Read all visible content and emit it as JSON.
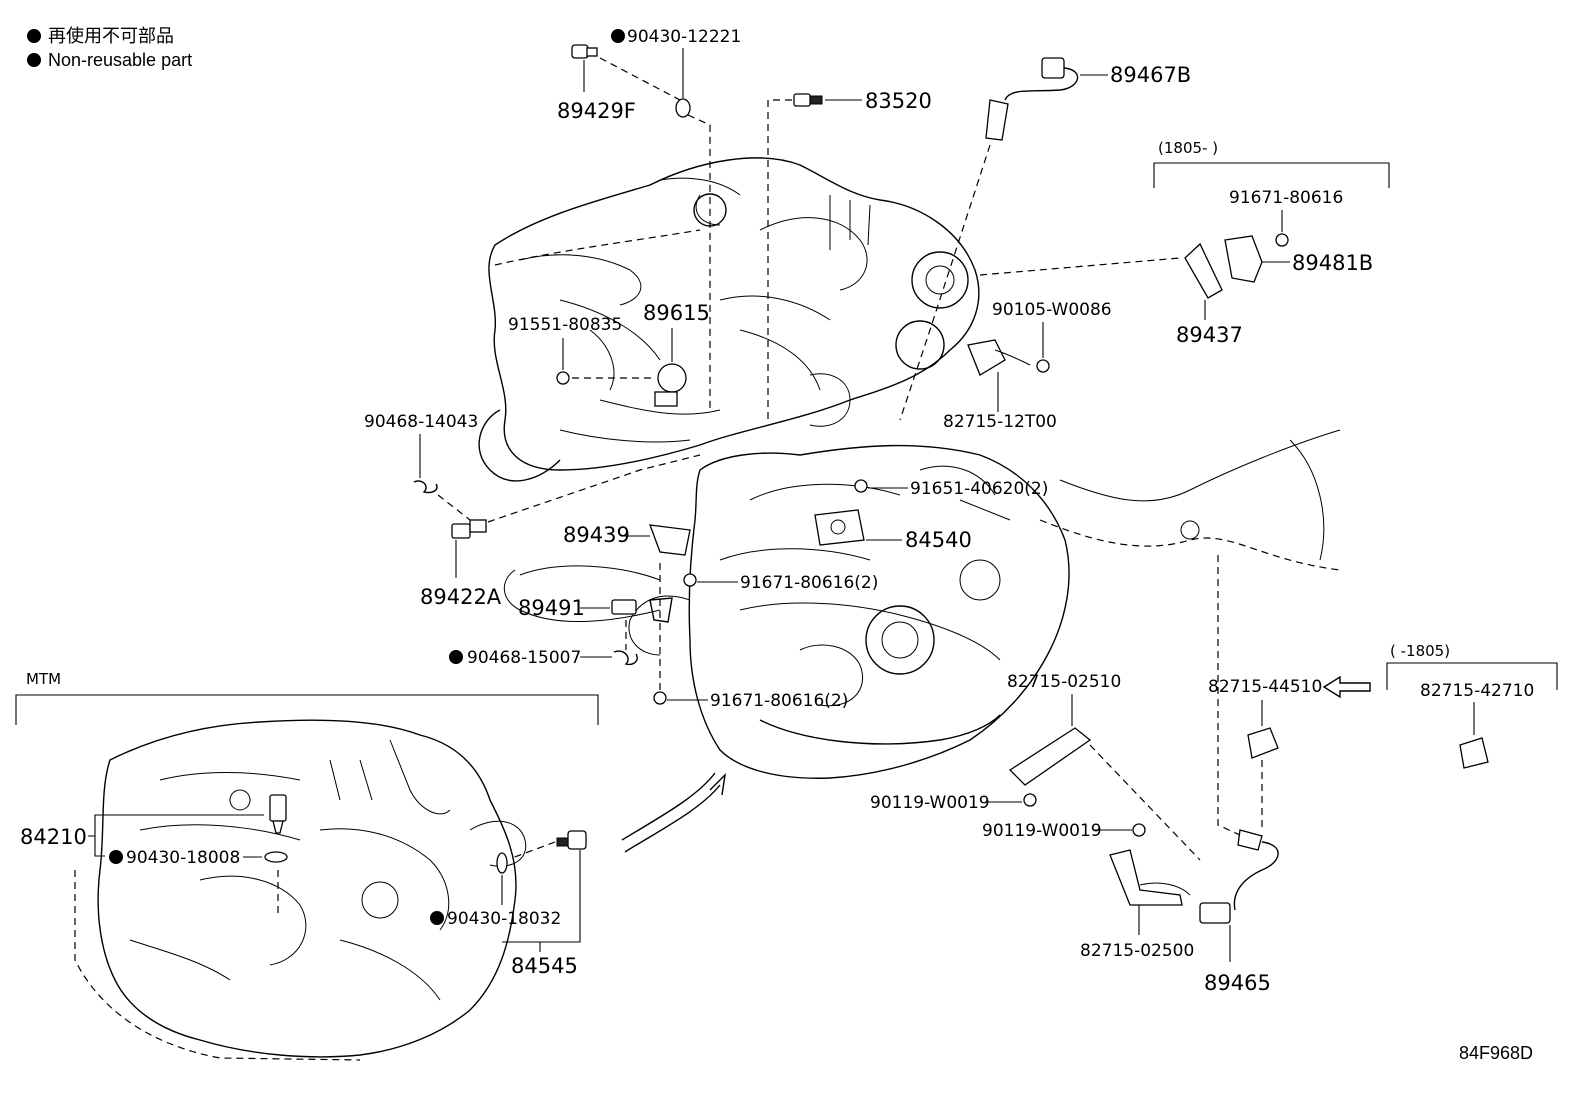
{
  "legend": {
    "jp": "再使用不可部品",
    "en": "Non-reusable part"
  },
  "figure_code": "84F968D",
  "groups": {
    "mtm": "MTM",
    "date_after": "(1805-      )",
    "date_before": "(      -1805)"
  },
  "parts": {
    "p90430_12221": "90430-12221",
    "p89429F": "89429F",
    "p83520": "83520",
    "p89467B": "89467B",
    "p91671_80616_top": "91671-80616",
    "p89481B": "89481B",
    "p89437": "89437",
    "p91551_80835": "91551-80835",
    "p89615": "89615",
    "p90105_W0086": "90105-W0086",
    "p82715_12T00": "82715-12T00",
    "p90468_14043": "90468-14043",
    "p91651_40620": "91651-40620(2)",
    "p89439": "89439",
    "p84540": "84540",
    "p89422A": "89422A",
    "p91671_80616_2a": "91671-80616(2)",
    "p89491": "89491",
    "p90468_15007": "90468-15007",
    "p91671_80616_2b": "91671-80616(2)",
    "p82715_02510": "82715-02510",
    "p82715_44510": "82715-44510",
    "p82715_42710": "82715-42710",
    "p90119_W0019_a": "90119-W0019",
    "p90119_W0019_b": "90119-W0019",
    "p84210": "84210",
    "p90430_18008": "90430-18008",
    "p90430_18032": "90430-18032",
    "p84545": "84545",
    "p82715_02500": "82715-02500",
    "p89465": "89465"
  },
  "icons": {
    "non_reusable": "filled-circle-icon",
    "arrow": "hollow-arrow-icon"
  }
}
